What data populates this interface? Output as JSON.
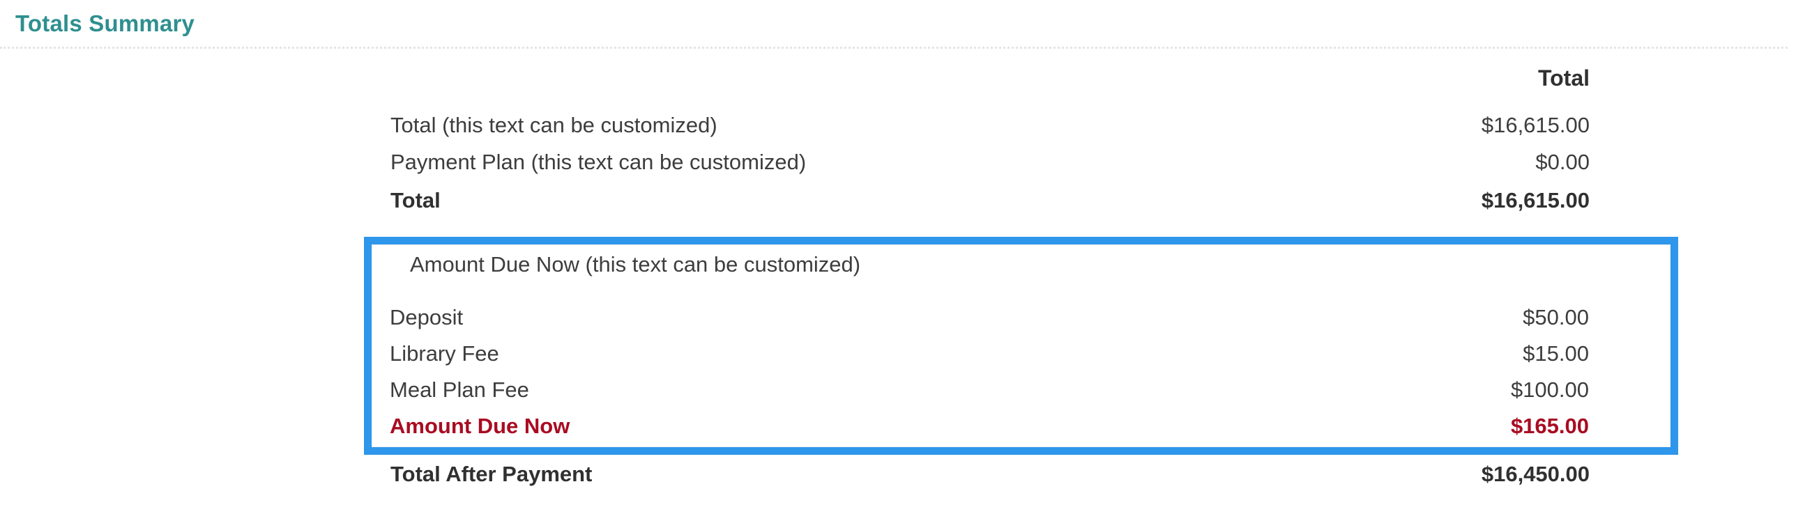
{
  "page": {
    "title": "Totals Summary"
  },
  "theme": {
    "heading_color": "#2f8f8f",
    "body_text_color": "#3d3d3d",
    "bold_text_color": "#303030",
    "alert_text_color": "#a80c22",
    "highlight_border_color": "#2e96eb",
    "separator_color": "#e7e5e2",
    "background_color": "#ffffff"
  },
  "summary_table": {
    "column_header": "Total",
    "rows_above": [
      {
        "label": "Total (this text can be customized)",
        "value": "$16,615.00"
      },
      {
        "label": "Payment Plan (this text can be customized)",
        "value": "$0.00"
      },
      {
        "label": "Total",
        "value": "$16,615.00"
      }
    ],
    "amount_due_box": {
      "header": "Amount Due Now (this text can be customized)",
      "rows": [
        {
          "label": "Deposit",
          "value": "$50.00"
        },
        {
          "label": "Library Fee",
          "value": "$15.00"
        },
        {
          "label": "Meal Plan Fee",
          "value": "$100.00"
        }
      ],
      "total_row": {
        "label": "Amount Due Now",
        "value": "$165.00"
      }
    },
    "total_after_payment": {
      "label": "Total After Payment",
      "value": "$16,450.00"
    }
  }
}
